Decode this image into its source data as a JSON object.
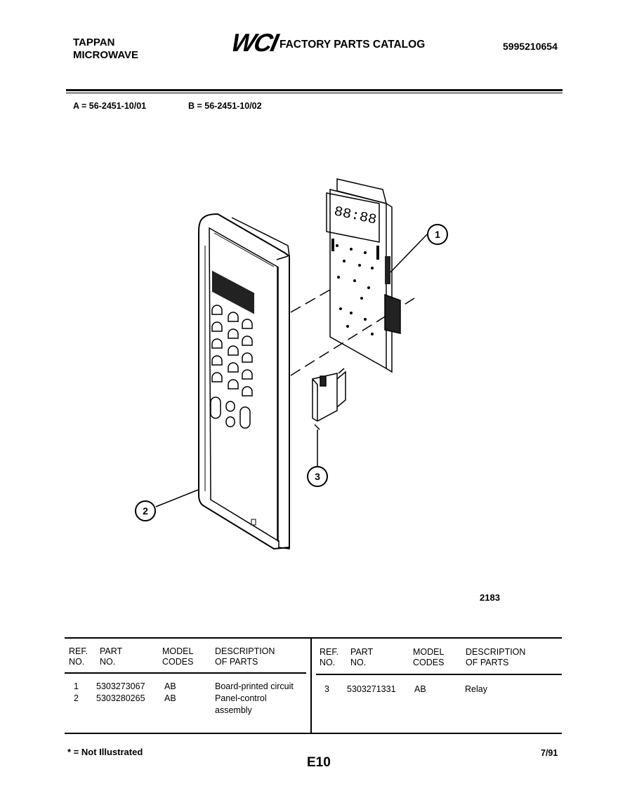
{
  "header": {
    "brand_line1": "TAPPAN",
    "brand_line2": "MICROWAVE",
    "logo_text": "WCI",
    "catalog_title": "FACTORY PARTS CATALOG",
    "catalog_number": "5995210654"
  },
  "models": {
    "a": "A = 56-2451-10/01",
    "b": "B = 56-2451-10/02"
  },
  "diagram": {
    "callouts": [
      "1",
      "2",
      "3"
    ],
    "drawing_number": "2183",
    "display_digits": "88:88"
  },
  "table": {
    "headers": {
      "ref_line1": "REF.",
      "ref_line2": "NO.",
      "part_line1": "PART",
      "part_line2": "NO.",
      "model_line1": "MODEL",
      "model_line2": "CODES",
      "desc_line1": "DESCRIPTION",
      "desc_line2": "OF PARTS"
    },
    "left_rows": [
      {
        "ref": "1",
        "part": "5303273067",
        "codes": "AB",
        "desc": "Board-printed circuit"
      },
      {
        "ref": "2",
        "part": "5303280265",
        "codes": "AB",
        "desc": "Panel-control",
        "desc2": "assembly"
      }
    ],
    "right_rows": [
      {
        "ref": "3",
        "part": "5303271331",
        "codes": "AB",
        "desc": "Relay"
      }
    ]
  },
  "footer": {
    "note": "* = Not Illustrated",
    "page": "E10",
    "date": "7/91"
  }
}
